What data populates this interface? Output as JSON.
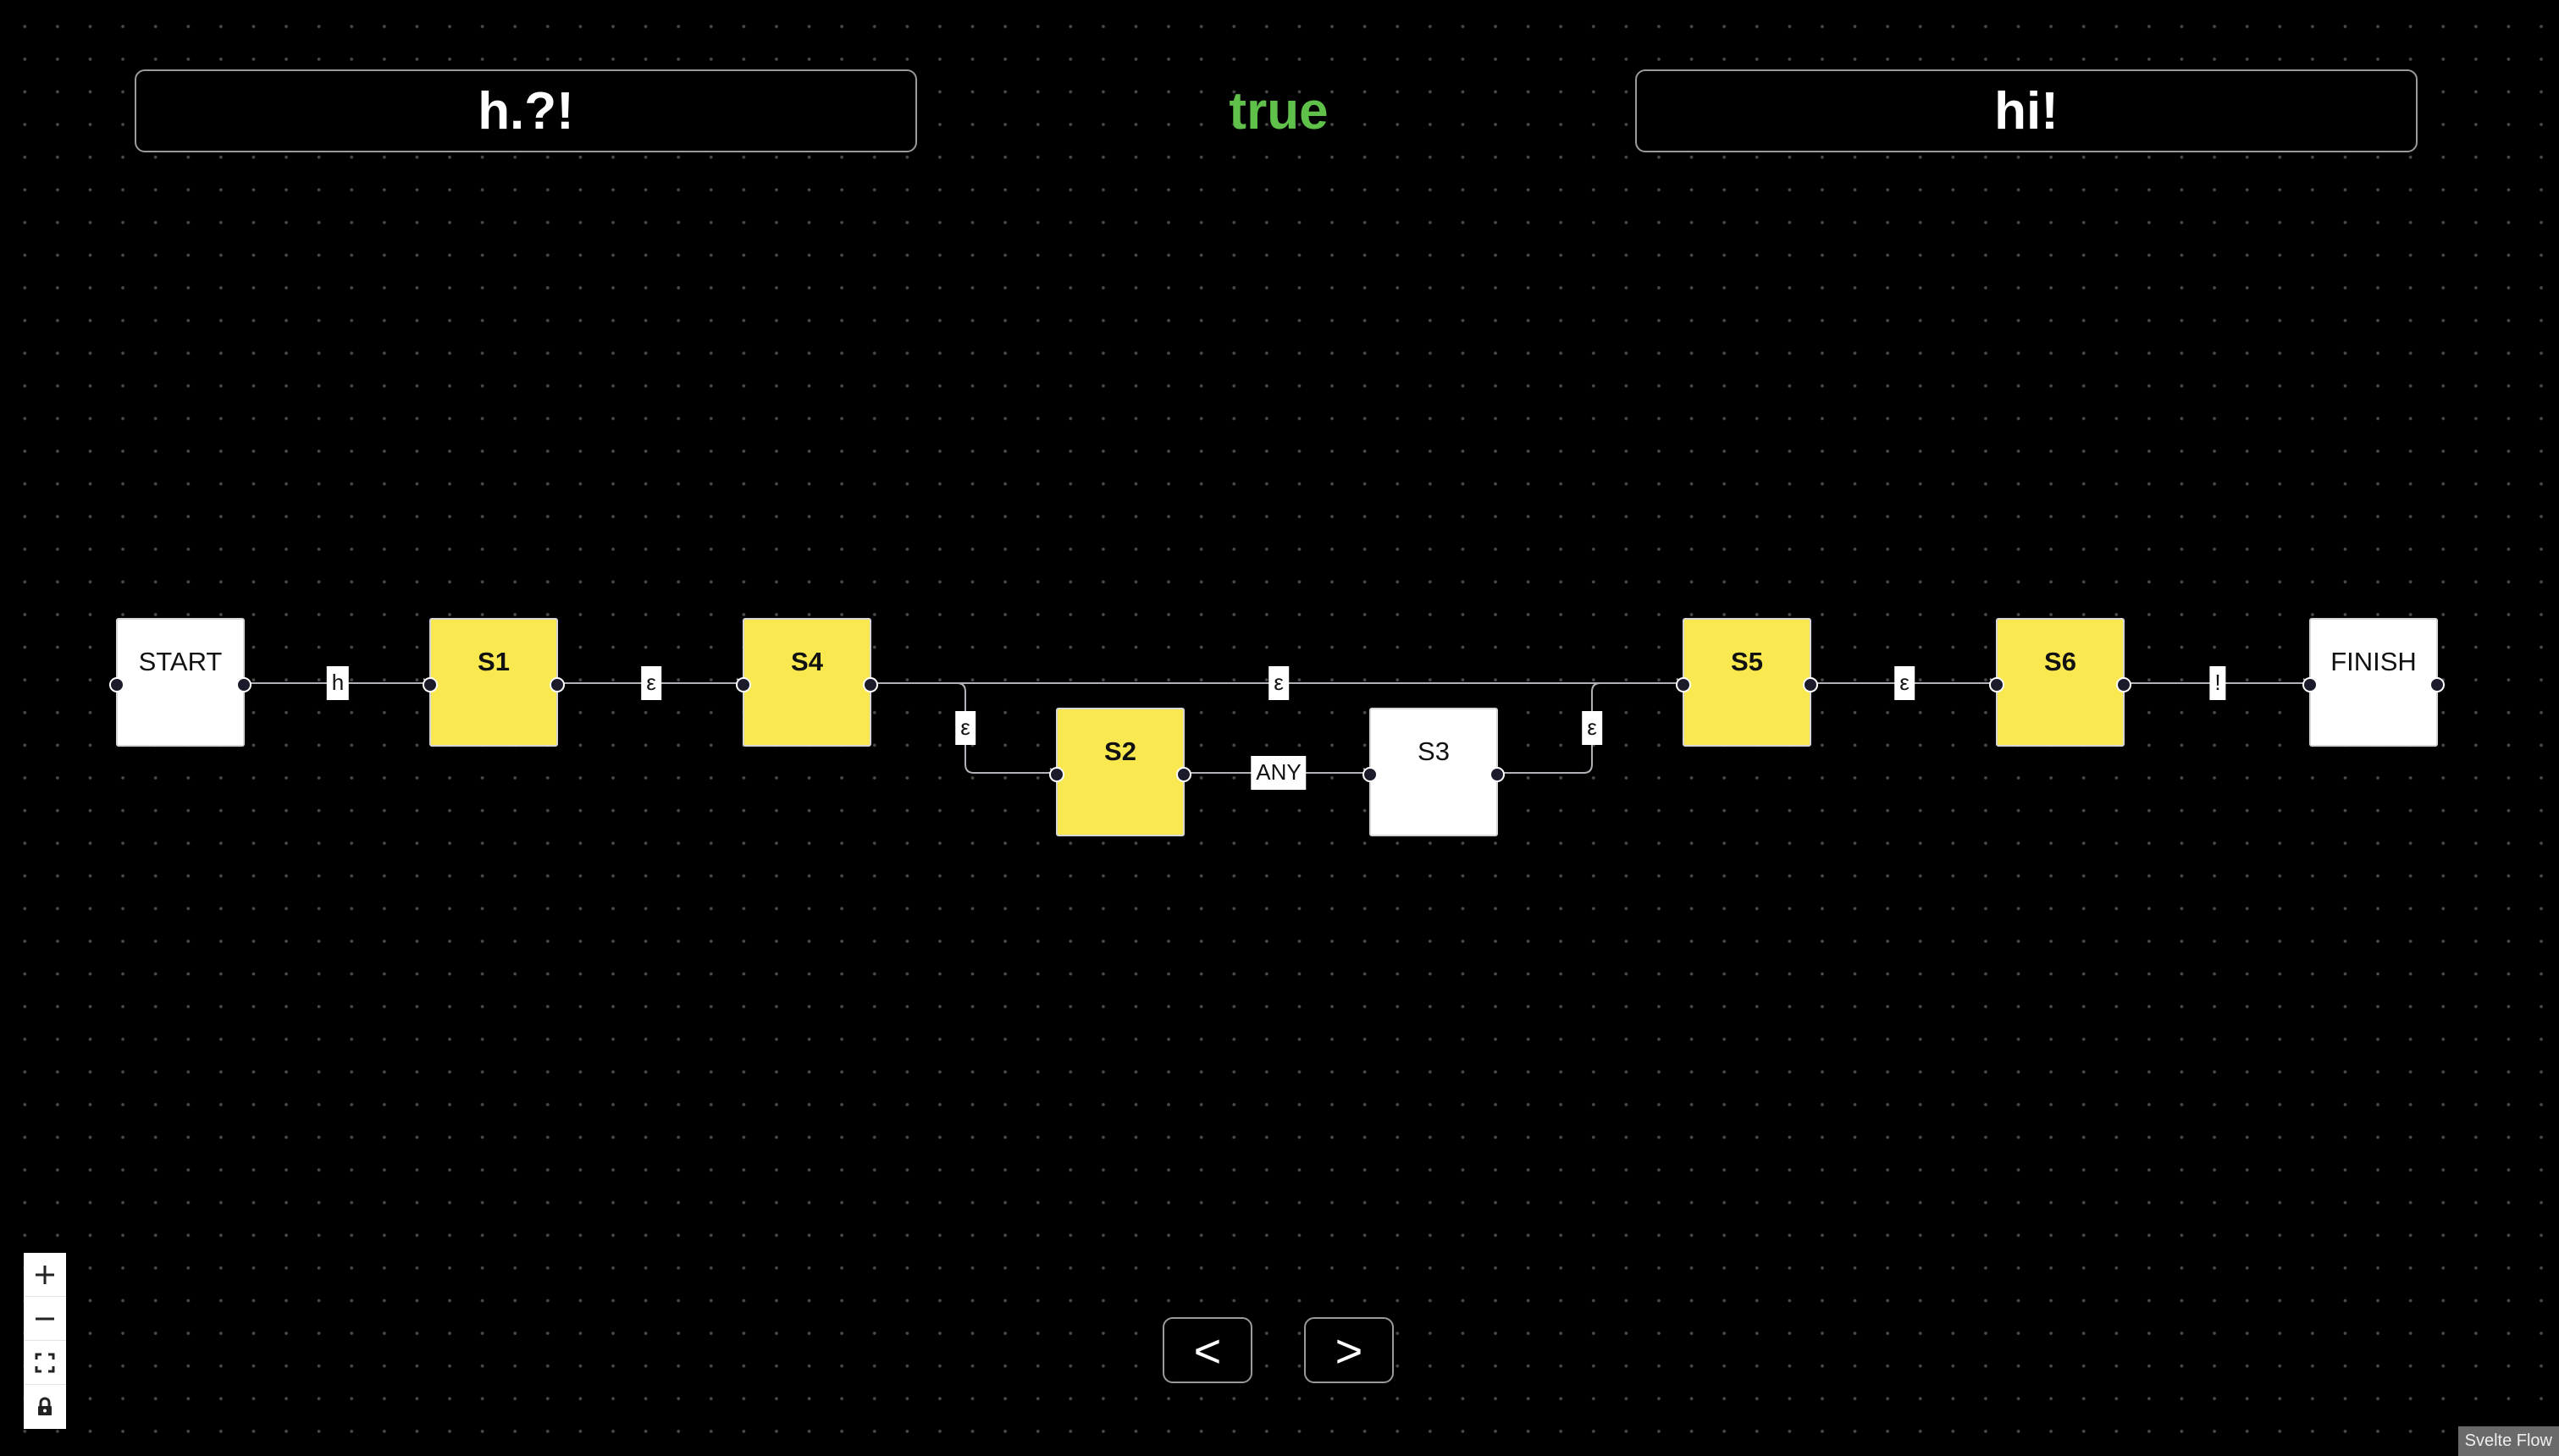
{
  "header": {
    "pattern": "h.?!",
    "result": "true",
    "input": "hi!"
  },
  "nodes": [
    {
      "id": "start",
      "label": "START",
      "active": false
    },
    {
      "id": "s1",
      "label": "S1",
      "active": true
    },
    {
      "id": "s4",
      "label": "S4",
      "active": true
    },
    {
      "id": "s2",
      "label": "S2",
      "active": true
    },
    {
      "id": "s3",
      "label": "S3",
      "active": false
    },
    {
      "id": "s5",
      "label": "S5",
      "active": true
    },
    {
      "id": "s6",
      "label": "S6",
      "active": true
    },
    {
      "id": "finish",
      "label": "FINISH",
      "active": false
    }
  ],
  "edges": [
    {
      "from": "start",
      "to": "s1",
      "label": "h"
    },
    {
      "from": "s1",
      "to": "s4",
      "label": "ε"
    },
    {
      "from": "s4",
      "to": "s5",
      "label": "ε"
    },
    {
      "from": "s4",
      "to": "s2",
      "label": "ε"
    },
    {
      "from": "s2",
      "to": "s3",
      "label": "ANY"
    },
    {
      "from": "s3",
      "to": "s5",
      "label": "ε"
    },
    {
      "from": "s5",
      "to": "s6",
      "label": "ε"
    },
    {
      "from": "s6",
      "to": "finish",
      "label": "!"
    }
  ],
  "controls": {
    "zoom_in_icon": "plus-icon",
    "zoom_out_icon": "minus-icon",
    "fit_view_icon": "fit-view-icon",
    "lock_icon": "lock-icon"
  },
  "navigation": {
    "prev_label": "<",
    "next_label": ">"
  },
  "attribution": "Svelte Flow",
  "colors": {
    "background": "#000000",
    "active_node": "#f9e84f",
    "inactive_node": "#ffffff",
    "result_true": "#5fc04a"
  }
}
